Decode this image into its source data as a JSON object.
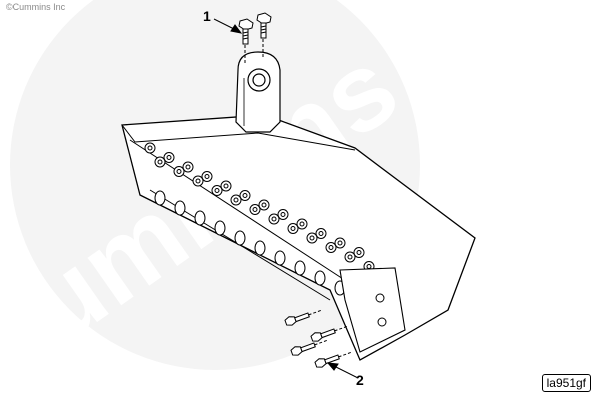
{
  "copyright": "©Cummins Inc",
  "watermark": "Cummins",
  "callouts": [
    "1",
    "2"
  ],
  "figure_id": "la951gf",
  "colors": {
    "line": "#000000",
    "watermark": "#ececec",
    "background": "#ffffff"
  }
}
